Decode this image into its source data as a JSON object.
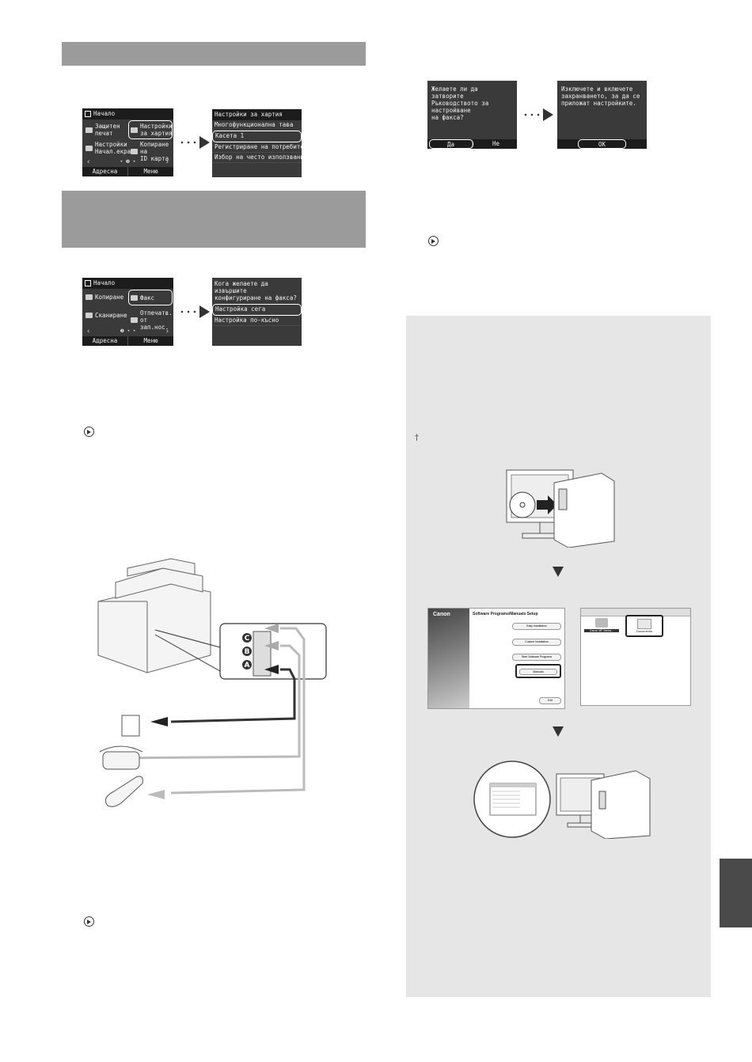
{
  "screen_paper": {
    "home_title": "Начало",
    "cells": [
      "Защитен\nпечат",
      "Настройки\nза хартия",
      "Настройки\nНачал.екран",
      "Копиране на\nID карта"
    ],
    "footer": [
      "Адресна книга",
      "Меню"
    ]
  },
  "screen_paper_menu": {
    "title": "Настройки за хартия",
    "items": [
      "Многофункционална тава",
      "Касета 1",
      "Регистриране на потребителска",
      "Избор на често използвани форм"
    ]
  },
  "screen_fax": {
    "home_title": "Начало",
    "cells": [
      "Копиране",
      "Факс",
      "Сканиране",
      "Отпечатв.\nот зап.нос."
    ],
    "footer": [
      "Адресна книга",
      "Меню"
    ]
  },
  "screen_fax_when": {
    "question": "Кога желаете да извършите\nконфигуриране на факса?",
    "items": [
      "Настройка сега",
      "Настройка по-късно"
    ]
  },
  "screen_close_guide": {
    "question": "Желаете ли да затворите\nРъководството за настройване\nна факса?",
    "buttons": [
      "Да",
      "Не"
    ]
  },
  "screen_restart": {
    "message": "Изключете и включете\nзахранването, за да се\nприложат настройките.",
    "button": "OK"
  },
  "footnote_mark": "†",
  "connector_labels": [
    "C",
    "B",
    "A"
  ],
  "setup_window": {
    "brand": "Canon",
    "title": "Software Programs/Manuals Setup",
    "buttons": [
      "Easy Installation",
      "Custom Installation",
      "Start Software Programs",
      "Manuals",
      "Exit"
    ]
  },
  "folder_window": {
    "items": [
      "Canon MF Series...",
      "Documents"
    ]
  },
  "colors": {
    "bar": "#9b9b9b",
    "panel": "#e6e6e6",
    "lcd": "#3a3a3a",
    "tab": "#4a4a4a"
  }
}
